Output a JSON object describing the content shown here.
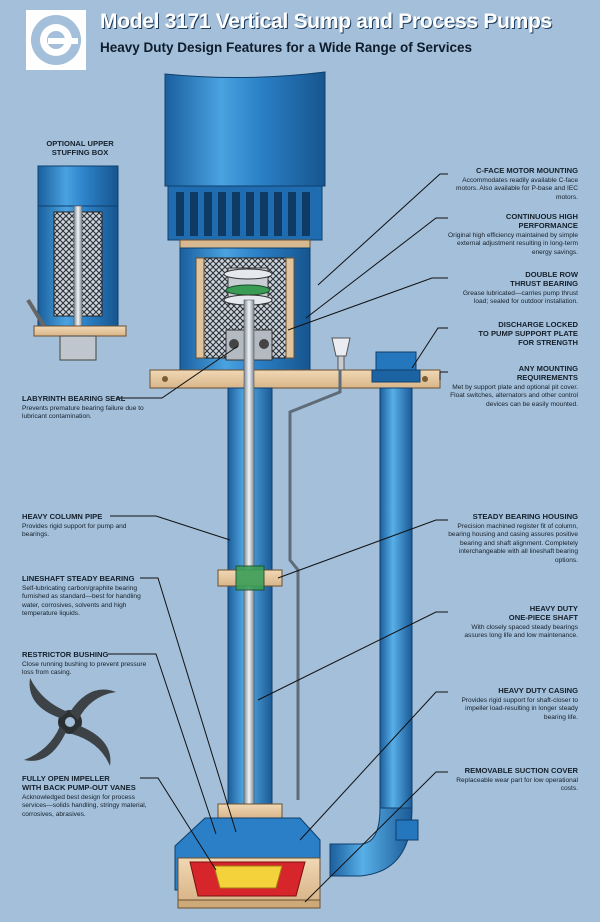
{
  "header": {
    "title": "Model 3171 Vertical Sump and Process Pumps",
    "subtitle": "Heavy Duty Design Features for a Wide Range of Services",
    "logo_icon": "gp-logo-icon"
  },
  "colors": {
    "background": "#a3bfd9",
    "pump_blue": "#2a7fc6",
    "plate_tan": "#e6c9a3",
    "impeller_red": "#d6252b",
    "impeller_yellow": "#f4d23b"
  },
  "inset": {
    "label": "OPTIONAL UPPER\nSTUFFING BOX"
  },
  "callouts_right": [
    {
      "title": "C-FACE MOTOR MOUNTING",
      "desc": "Accommodates readily available C-face motors.  Also available for P-base and IEC motors."
    },
    {
      "title": "CONTINUOUS HIGH\nPERFORMANCE",
      "desc": "Original high efficiency maintained by simple external adjustment resulting in long-term energy savings."
    },
    {
      "title": "DOUBLE ROW\nTHRUST BEARING",
      "desc": "Grease lubricated—carries pump thrust load; sealed for outdoor installation."
    },
    {
      "title": "DISCHARGE LOCKED\nTO PUMP SUPPORT PLATE\nFOR STRENGTH",
      "desc": ""
    },
    {
      "title": "ANY MOUNTING\nREQUIREMENTS",
      "desc": "Met by support plate and optional pit cover.  Float switches, alternators and other control devices can be easily mounted."
    },
    {
      "title": "STEADY BEARING HOUSING",
      "desc": "Precision machined register fit of column, bearing housing and casing assures positive bearing and shaft alignment.  Completely interchangeable with all lineshaft bearing options."
    },
    {
      "title": "HEAVY DUTY\nONE-PIECE SHAFT",
      "desc": "With closely spaced steady bearings assures long life and low maintenance."
    },
    {
      "title": "HEAVY DUTY CASING",
      "desc": "Provides rigid support for shaft-closer to impeller load-resulting in longer steady bearing life."
    },
    {
      "title": "REMOVABLE SUCTION COVER",
      "desc": "Replaceable wear part for low operational costs."
    }
  ],
  "callouts_left": [
    {
      "title": "LABYRINTH BEARING SEAL",
      "desc": "Prevents premature bearing failure due to lubricant contamination."
    },
    {
      "title": "HEAVY COLUMN PIPE",
      "desc": "Provides rigid support for pump and bearings."
    },
    {
      "title": "LINESHAFT STEADY BEARING",
      "desc": "Self-lubricating carbon/graphite bearing furnished as standard—best for handling water, corrosives, solvents and high temperature liquids."
    },
    {
      "title": "RESTRICTOR BUSHING",
      "desc": "Close running bushing to prevent pressure loss from casing."
    },
    {
      "title": "FULLY OPEN IMPELLER\nWITH BACK PUMP-OUT VANES",
      "desc": "Acknowledged best design for process services—solids handling, stringy material, corrosives, abrasives."
    }
  ]
}
